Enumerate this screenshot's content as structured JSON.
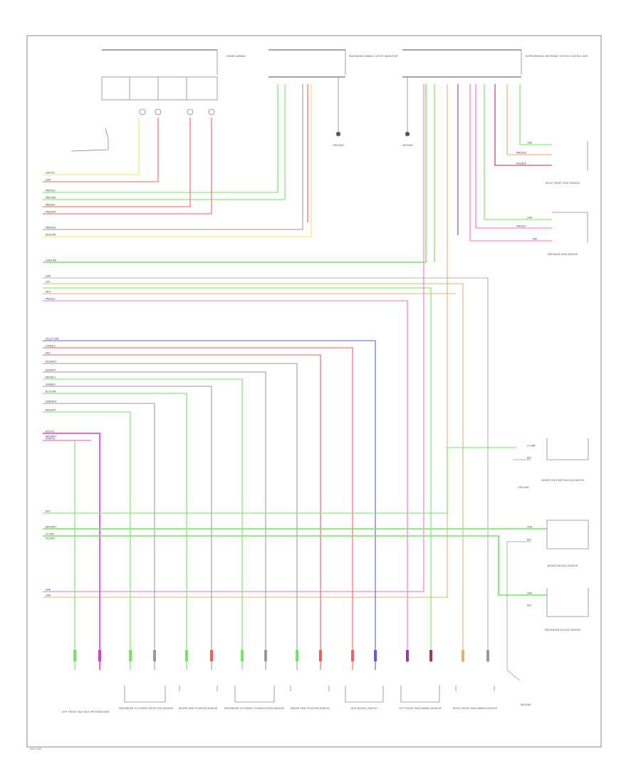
{
  "footer_code": "0000 000",
  "colors": {
    "green": "#6ee85c",
    "red": "#ff5a5a",
    "pink": "#ff6ad8",
    "magenta": "#e63ad6",
    "yellow": "#e8e86a",
    "gray": "#9a9a9a",
    "blue": "#5a5aff",
    "tan": "#e0b070",
    "orange": "#f0a070",
    "darkred": "#b03050",
    "purple": "#9040a0",
    "darkgreen": "#3aa040"
  },
  "left_wire_labels": [
    "GRY/YEL",
    "GRN",
    "PNK/BLU",
    "PNK/GRN",
    "PNK/BLK",
    "PNK/WHT",
    "PNK/RED",
    "BLK/ORN",
    "GRN/ORN",
    "GRN",
    "GRY",
    "WHT",
    "PNK/BLU",
    "YEL/LT GRN",
    "GRN/BLU",
    "RED",
    "RED/WHT",
    "BLK/WHT",
    "BRN/BLU",
    "GRN/BLU",
    "BLU/GRN",
    "GRN/WHT",
    "BRN/GRY",
    "BLK/YEL",
    "GRN/YEL",
    "RED",
    "BRN/WHT",
    "LT GRN",
    "GRN",
    "GRN",
    "YEL/RED",
    "BRN/WHT"
  ],
  "right_wire_labels": [
    "GRN",
    "PNK/RED",
    "RED/BLK",
    "GRN",
    "PNK/BLU",
    "PNK",
    "LT GRN",
    "BLK",
    "GRN",
    "BLK",
    "GRN",
    "BLK"
  ],
  "components": [
    {
      "id": "left-pretensioner",
      "label": "LEFT FRONT SEAT BELT PRETENSIONER"
    },
    {
      "id": "passenger-seat-sensor",
      "label": "PASSENGER OCCUPANT DETECTION SENSOR"
    },
    {
      "id": "driver-seat-sensor",
      "label": "DRIVER SEAT POSITION SENSOR"
    },
    {
      "id": "passenger-seat-sensor-2",
      "label": "PASSENGER OCCUPANT CLASSIFICATION SENSOR"
    },
    {
      "id": "driver-seat-sensor-2",
      "label": "DRIVER SEAT POSITION SENSOR"
    },
    {
      "id": "seat-buckle",
      "label": "SEAT BUCKLE SWITCH"
    },
    {
      "id": "left-side-airbag",
      "label": "LEFT FRONT SIDE AIRBAG MODULE"
    },
    {
      "id": "right-side-airbag",
      "label": "RIGHT FRONT SIDE AIRBAG MODULE"
    },
    {
      "id": "ground-bottom",
      "label": "GROUND"
    },
    {
      "id": "driver-seat-belt-switch",
      "label": "DRIVER SEAT BELT BUCKLE SWITCH"
    },
    {
      "id": "driver-buckle-sensor",
      "label": "DRIVER BUCKLE SENSOR"
    },
    {
      "id": "passenger-buckle-sensor",
      "label": "PASSENGER BUCKLE SENSOR"
    },
    {
      "id": "right-front-seat-sensor",
      "label": "RIGHT FRONT SEAT SENSOR"
    },
    {
      "id": "pressure-sensor",
      "label": "PRESSURE SIDE SENSOR"
    },
    {
      "id": "ground-mid",
      "label": "GROUND"
    },
    {
      "id": "ground-top-right",
      "label": "GROUND"
    },
    {
      "id": "ground-top",
      "label": "GROUND"
    }
  ],
  "top_modules": [
    {
      "id": "driver-module",
      "label": "DRIVER AIRBAG"
    },
    {
      "id": "passenger-module",
      "label": "PASSENGER AIRBAG CUTOFF INDICATOR"
    },
    {
      "id": "srs-module",
      "label": "SUPPLEMENTAL RESTRAINT SYSTEM CONTROL UNIT"
    }
  ]
}
